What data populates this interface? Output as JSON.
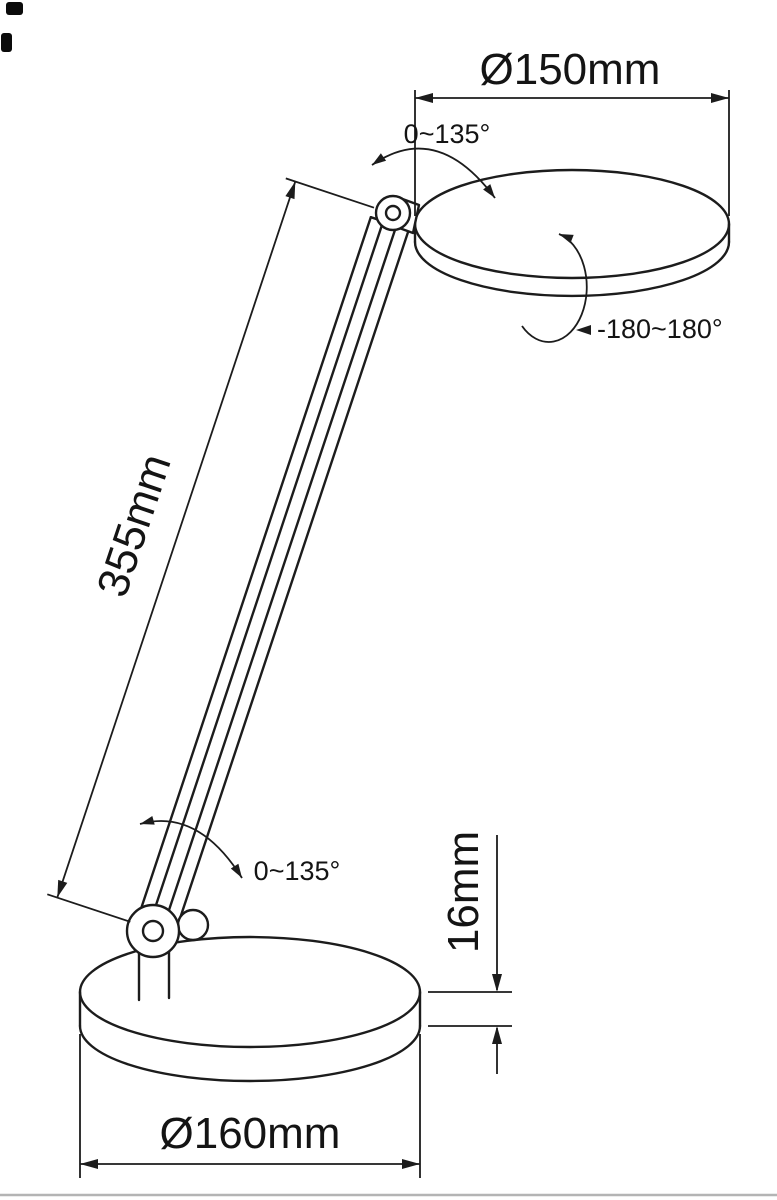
{
  "colors": {
    "line": "#1c1c1c",
    "background": "#ffffff"
  },
  "labels": {
    "head_diameter": "Ø150mm",
    "head_tilt_range": "0~135°",
    "head_rotation_range": "-180~180°",
    "arm_length": "355mm",
    "arm_tilt_range": "0~135°",
    "base_height": "16mm",
    "base_diameter": "Ø160mm"
  }
}
